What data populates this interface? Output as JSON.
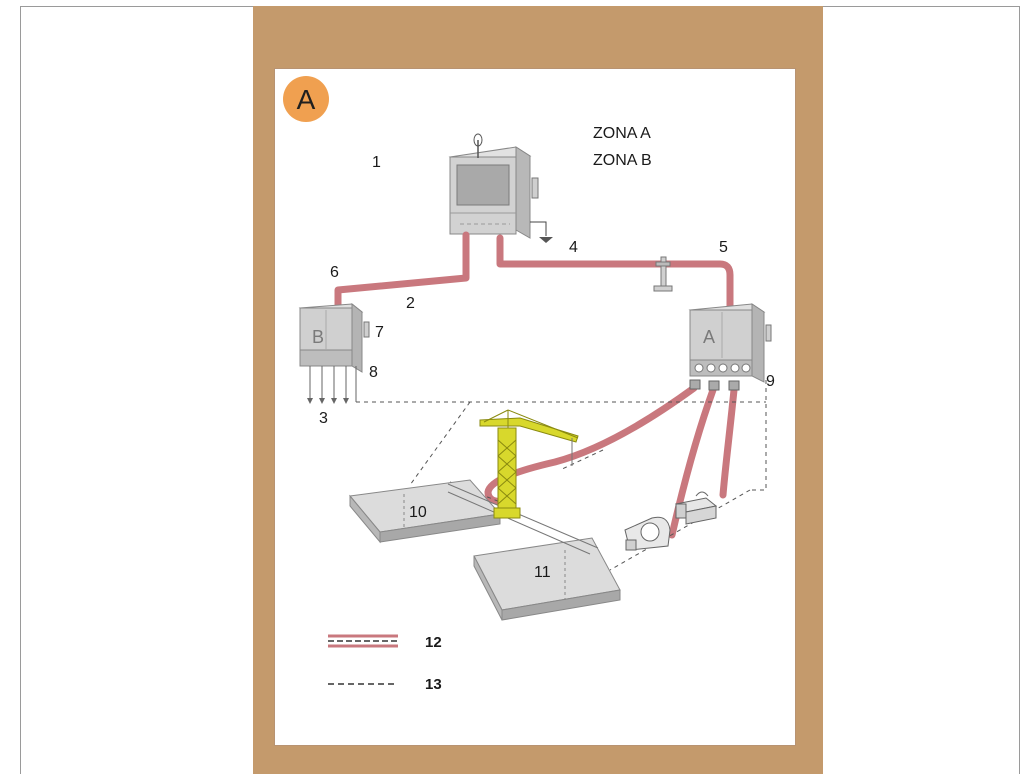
{
  "badge": {
    "letter": "A",
    "color": "#f0a050"
  },
  "zones": [
    "ZONA  A",
    "ZONA  B"
  ],
  "boxes": {
    "left_letter": "B",
    "right_letter": "A"
  },
  "numbers": [
    "1",
    "2",
    "3",
    "4",
    "5",
    "6",
    "7",
    "8",
    "9",
    "10",
    "11",
    "12",
    "13"
  ],
  "legend": [
    {
      "label": "12",
      "style": "cable"
    },
    {
      "label": "13",
      "style": "dashed"
    }
  ],
  "colors": {
    "board": "#c49a6c",
    "cable": "#c9787e",
    "crane": "#d6d62a",
    "cabinet": "#cfcfcf"
  }
}
